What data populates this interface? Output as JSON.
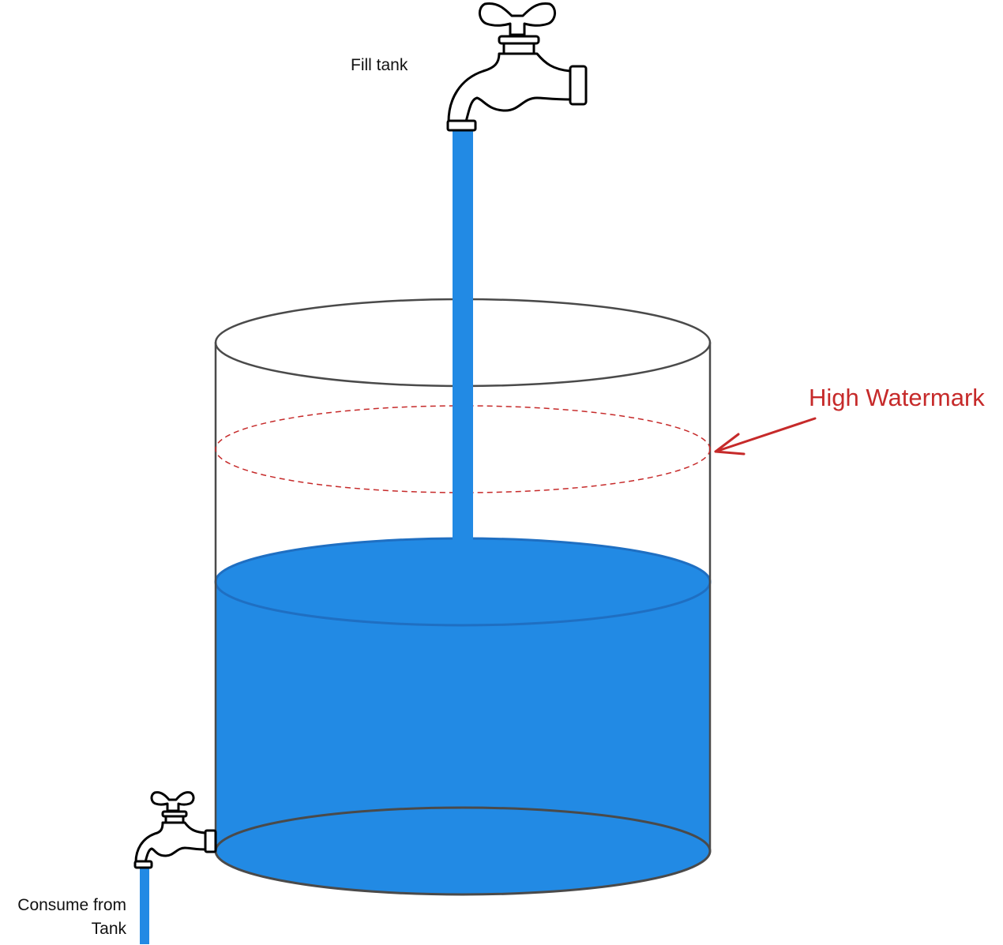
{
  "labels": {
    "fill_tank": "Fill tank",
    "high_watermark": "High Watermark",
    "consume_line1": "Consume from",
    "consume_line2": "Tank"
  },
  "colors": {
    "water": "#228ae4",
    "water_edge": "#1f6fc2",
    "watermark": "#c62a2a",
    "outline": "#4a4a4a"
  },
  "icons": [
    "top-faucet-icon",
    "bottom-faucet-icon"
  ]
}
